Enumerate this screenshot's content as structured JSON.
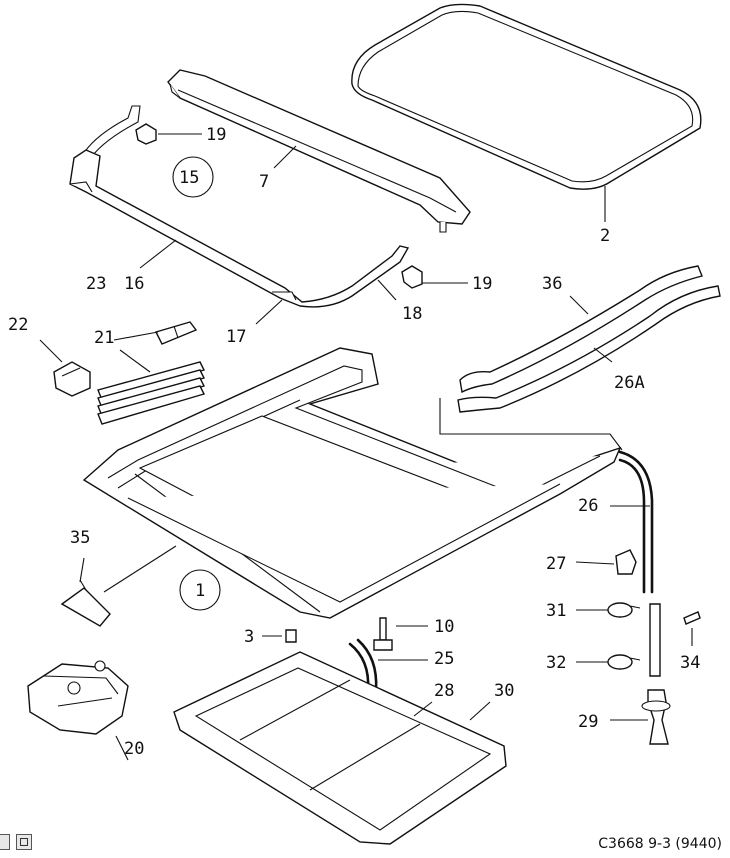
{
  "caption": "C3668 9-3 (9440)",
  "callouts": {
    "c1": "1",
    "c2": "2",
    "c3": "3",
    "c7": "7",
    "c10": "10",
    "c15": "15",
    "c16": "16",
    "c17": "17",
    "c18": "18",
    "c19a": "19",
    "c19b": "19",
    "c20": "20",
    "c21": "21",
    "c22": "22",
    "c23": "23",
    "c25": "25",
    "c26": "26",
    "c26a": "26A",
    "c27": "27",
    "c28": "28",
    "c29": "29",
    "c30": "30",
    "c31": "31",
    "c32": "32",
    "c34": "34",
    "c35": "35",
    "c36": "36"
  },
  "colors": {
    "ink": "#111111",
    "paper": "#ffffff"
  }
}
